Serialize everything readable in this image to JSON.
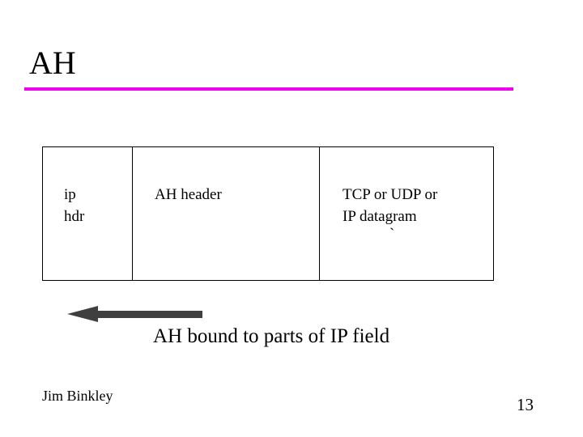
{
  "slide": {
    "title": "AH",
    "accent_color": "#ee00ee",
    "diagram": {
      "cells": [
        {
          "label": "ip\nhdr"
        },
        {
          "label": "AH header"
        },
        {
          "label": "TCP or UDP or\nIP datagram"
        }
      ],
      "stray_mark": "`"
    },
    "caption": "AH bound to parts of IP field",
    "footer": {
      "author": "Jim Binkley",
      "page_number": "13"
    }
  }
}
